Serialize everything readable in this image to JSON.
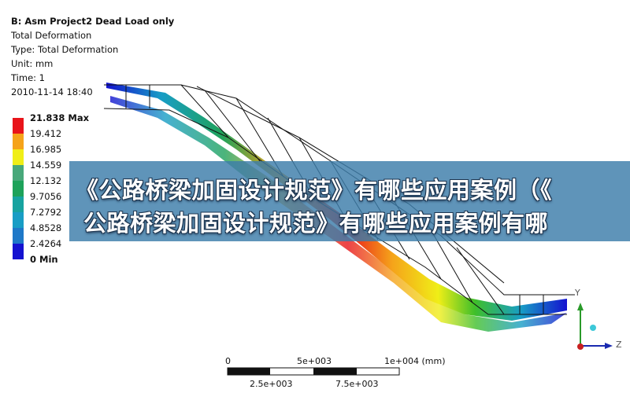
{
  "header": {
    "title": "B: Asm Project2 Dead Load only",
    "result": "Total Deformation",
    "type": "Type: Total Deformation",
    "unit": "Unit: mm",
    "time": "Time: 1",
    "date": "2010-11-14 18:40"
  },
  "legend": {
    "labels": [
      "21.838 Max",
      "19.412",
      "16.985",
      "14.559",
      "12.132",
      "9.7056",
      "7.2792",
      "4.8528",
      "2.4264",
      "0 Min"
    ],
    "colors": [
      "#e8141a",
      "#f5a31a",
      "#f0ee17",
      "#48a87a",
      "#1ea25a",
      "#17a3a0",
      "#189dc5",
      "#1e78c8",
      "#1412d0"
    ]
  },
  "scale_bar": {
    "top_labels": [
      "0",
      "5e+003",
      "1e+004 (mm)"
    ],
    "bottom_labels": [
      "2.5e+003",
      "7.5e+003"
    ]
  },
  "axes": {
    "y": "Y",
    "z": "Z"
  },
  "banner": {
    "line1": "《公路桥梁加固设计规范》有哪些应用案例（《",
    "line2": "公路桥梁加固设计规范》有哪些应用案例有哪"
  }
}
